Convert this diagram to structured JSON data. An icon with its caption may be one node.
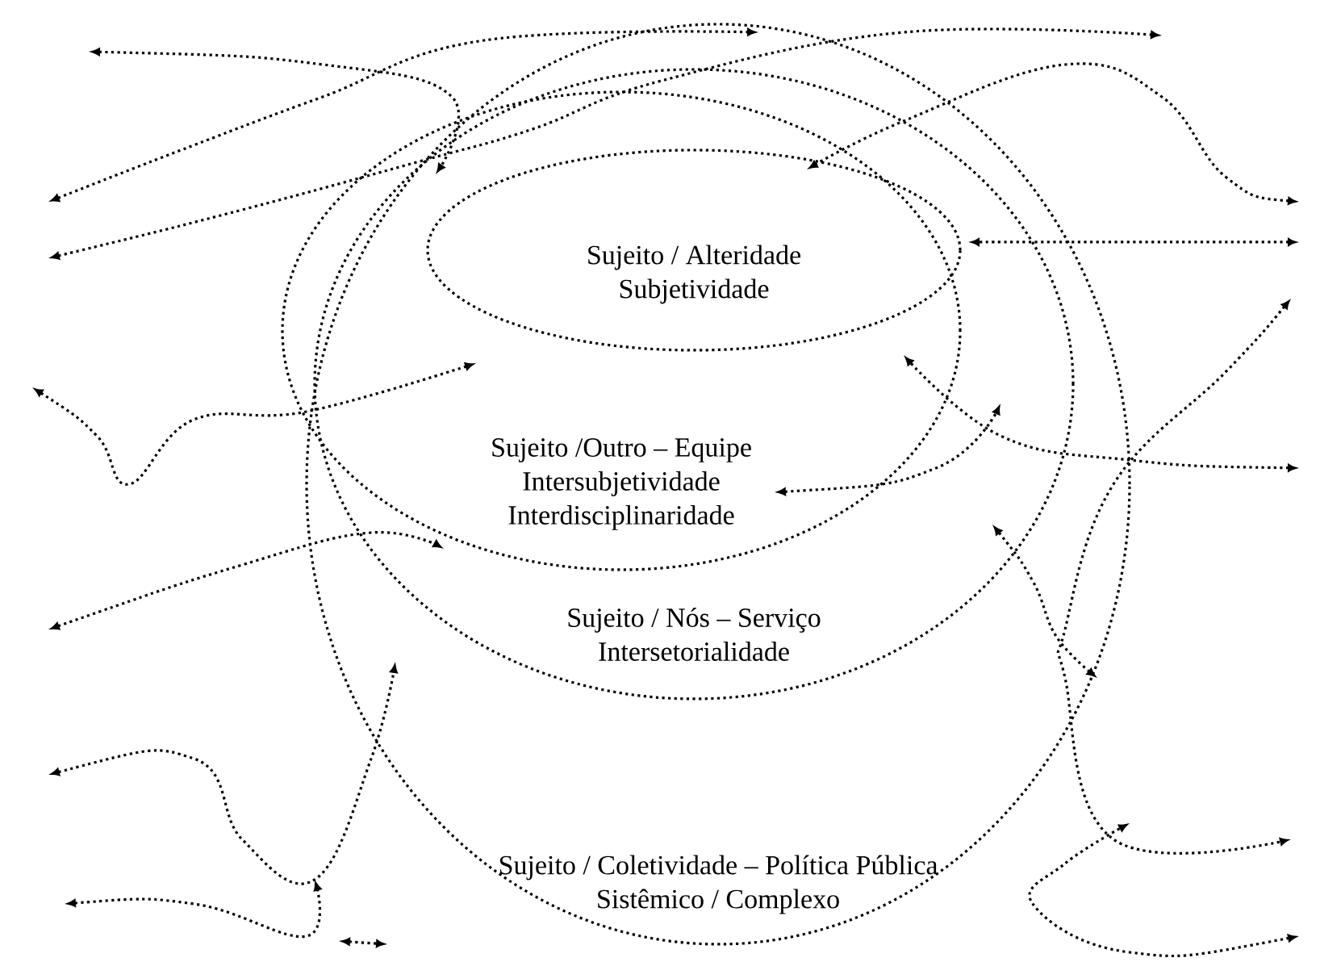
{
  "diagram": {
    "nodes": [
      {
        "text": [
          "Sujeito / Coletividade – Política Pública",
          "Sistêmico / Complexo"
        ]
      },
      {
        "text": [
          "Sujeito / Nós – Serviço",
          "Intersetorialidade"
        ],
        "in": 0
      },
      {
        "text": [
          "Sujeito /Outro – Equipe",
          "Intersubjetividade",
          "Interdisciplinaridade"
        ],
        "in": 1
      },
      {
        "text": [
          "Sujeito / Alteridade",
          "Subjetividade"
        ],
        "in": 2
      }
    ]
  }
}
